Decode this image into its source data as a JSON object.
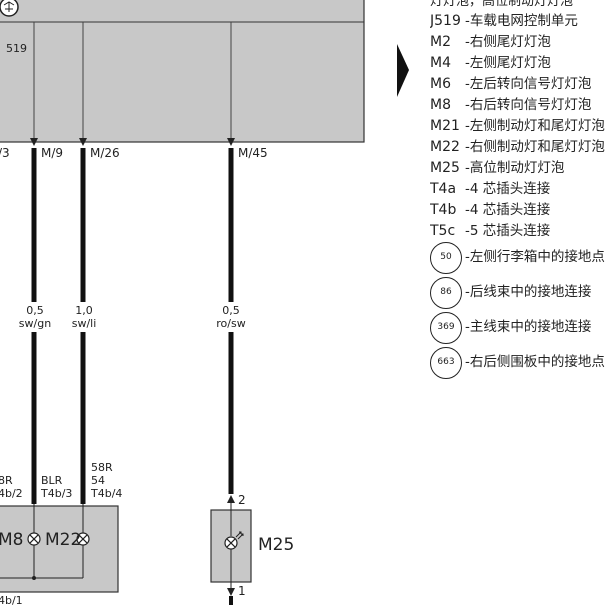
{
  "diagram": {
    "top_partial_text": "灯灯泡，高位制动灯灯泡",
    "control_unit": {
      "label": "519"
    },
    "connectors": {
      "left_partial": "/3",
      "m9": "M/9",
      "m26": "M/26",
      "m45": "M/45"
    },
    "wires": [
      {
        "size": "0,5",
        "color": "sw/gn"
      },
      {
        "size": "1,0",
        "color": "sw/li"
      },
      {
        "size": "0,5",
        "color": "ro/sw"
      }
    ],
    "lower_pins": {
      "a_line1": "8R",
      "a_line2": "4b/2",
      "b_line1": "BLR",
      "b_line2": "T4b/3",
      "c_line1": "58R",
      "c_line2": "54",
      "c_line3": "T4b/4"
    },
    "components": {
      "m8": "M8",
      "m22": "M22",
      "m25": "M25",
      "pin2": "2",
      "pin1": "1",
      "bottom_partial": "4b/1"
    }
  },
  "legend": {
    "items": [
      {
        "code": "J519",
        "text": "-车载电网控制单元"
      },
      {
        "code": "M2",
        "text": "-右侧尾灯灯泡"
      },
      {
        "code": "M4",
        "text": "-左侧尾灯灯泡"
      },
      {
        "code": "M6",
        "text": "-左后转向信号灯灯泡"
      },
      {
        "code": "M8",
        "text": "-右后转向信号灯灯泡"
      },
      {
        "code": "M21",
        "text": "-左侧制动灯和尾灯灯泡"
      },
      {
        "code": "M22",
        "text": "-右侧制动灯和尾灯灯泡"
      },
      {
        "code": "M25",
        "text": "-高位制动灯灯泡"
      },
      {
        "code": "T4a",
        "text": "-4 芯插头连接"
      },
      {
        "code": "T4b",
        "text": "-4 芯插头连接"
      },
      {
        "code": "T5c",
        "text": "-5 芯插头连接"
      }
    ],
    "grounds": [
      {
        "num": "50",
        "text": "-左侧行李箱中的接地点"
      },
      {
        "num": "86",
        "text": "-后线束中的接地连接"
      },
      {
        "num": "369",
        "text": "-主线束中的接地连接"
      },
      {
        "num": "663",
        "text": "-右后侧围板中的接地点"
      }
    ]
  }
}
